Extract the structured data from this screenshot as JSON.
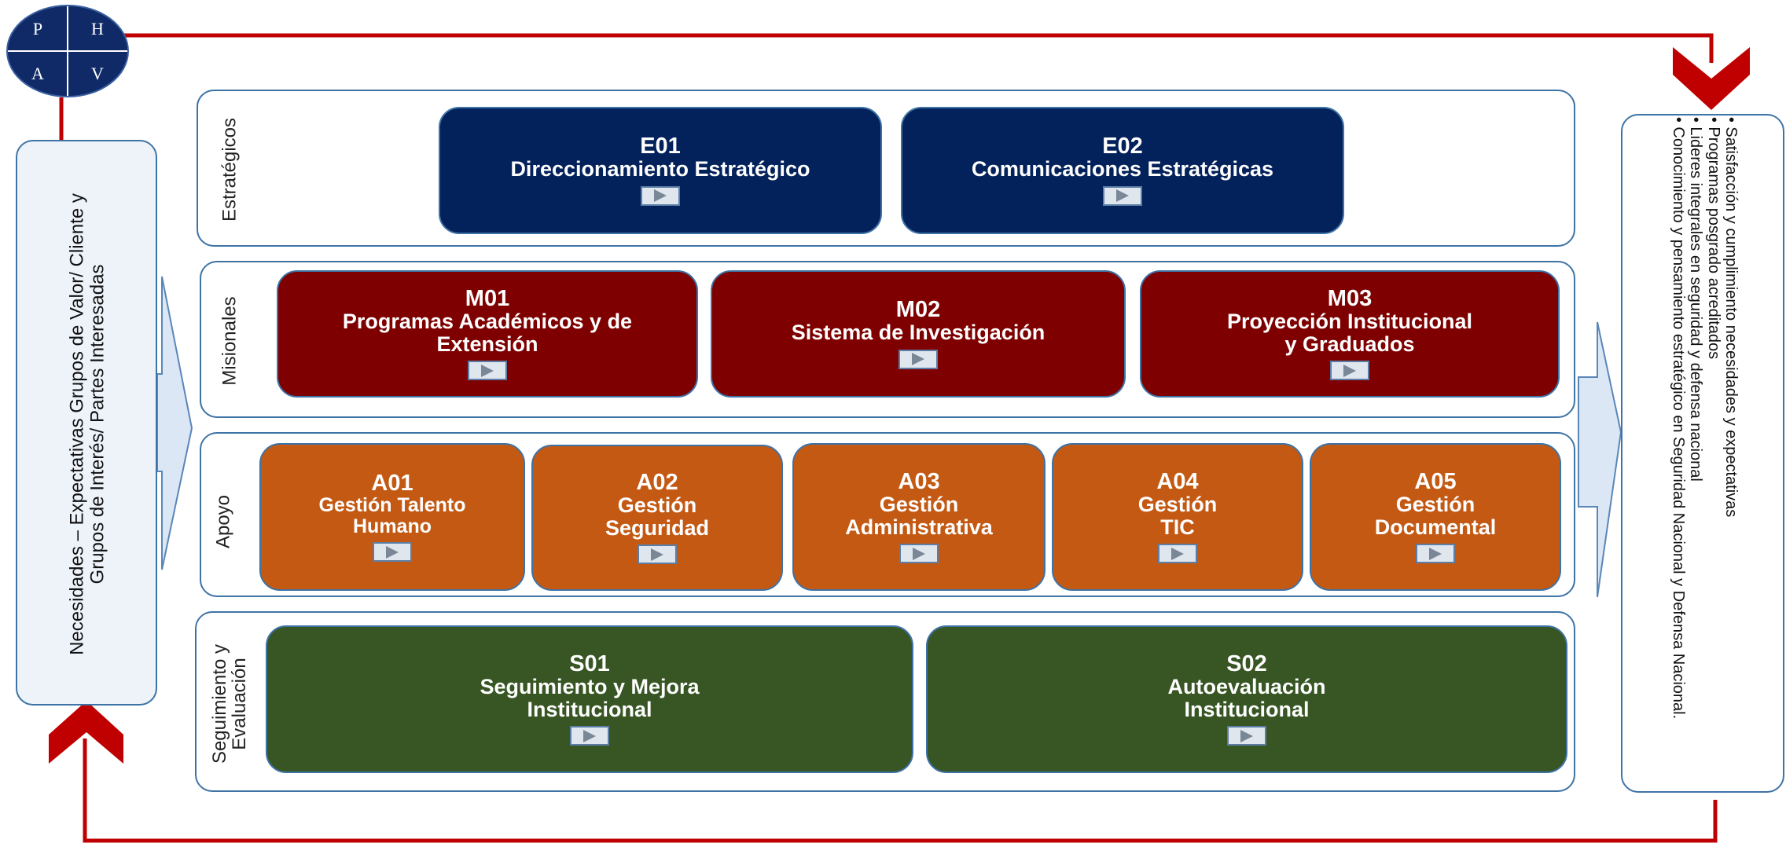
{
  "phva": {
    "p": "P",
    "h": "H",
    "a": "A",
    "v": "V"
  },
  "inputs": {
    "line1": "Necesidades – Expectativas Grupos de Valor/ Cliente y",
    "line2": "Grupos de Interés/ Partes Interesadas"
  },
  "outputs": [
    "Satisfacción y cumplimiento necesidades y expectativas",
    "Programas posgrado acreditados",
    "Lideres integrales en seguridad y defensa nacional",
    "Conocimiento y pensamiento estratégico en Seguridad Nacional y Defensa Nacional."
  ],
  "groups": {
    "estrategicos": "Estratégicos",
    "misionales": "Misionales",
    "apoyo": "Apoyo",
    "seguimiento_l1": "Seguimiento y",
    "seguimiento_l2": "Evaluación"
  },
  "processes": {
    "e01": {
      "code": "E01",
      "name": "Direccionamiento  Estratégico"
    },
    "e02": {
      "code": "E02",
      "name": "Comunicaciones  Estratégicas"
    },
    "m01": {
      "code": "M01",
      "name": "Programas Académicos  y de\nExtensión"
    },
    "m02": {
      "code": "M02",
      "name": "Sistema de Investigación"
    },
    "m03": {
      "code": "M03",
      "name": "Proyección  Institucional\ny Graduados"
    },
    "a01": {
      "code": "A01",
      "name": "Gestión Talento\nHumano"
    },
    "a02": {
      "code": "A02",
      "name": "Gestión\nSeguridad"
    },
    "a03": {
      "code": "A03",
      "name": "Gestión\nAdministrativa"
    },
    "a04": {
      "code": "A04",
      "name": "Gestión\nTIC"
    },
    "a05": {
      "code": "A05",
      "name": "Gestión\nDocumental"
    },
    "s01": {
      "code": "S01",
      "name": "Seguimiento y Mejora\nInstitucional"
    },
    "s02": {
      "code": "S02",
      "name": "Autoevaluación\nInstitucional"
    }
  },
  "colors": {
    "estrategicos": "#03215a",
    "misionales": "#7e0000",
    "apoyo": "#c35913",
    "seguimiento": "#375623",
    "feedback_line": "#c00000"
  },
  "icons": {
    "process_link": "play-icon"
  }
}
